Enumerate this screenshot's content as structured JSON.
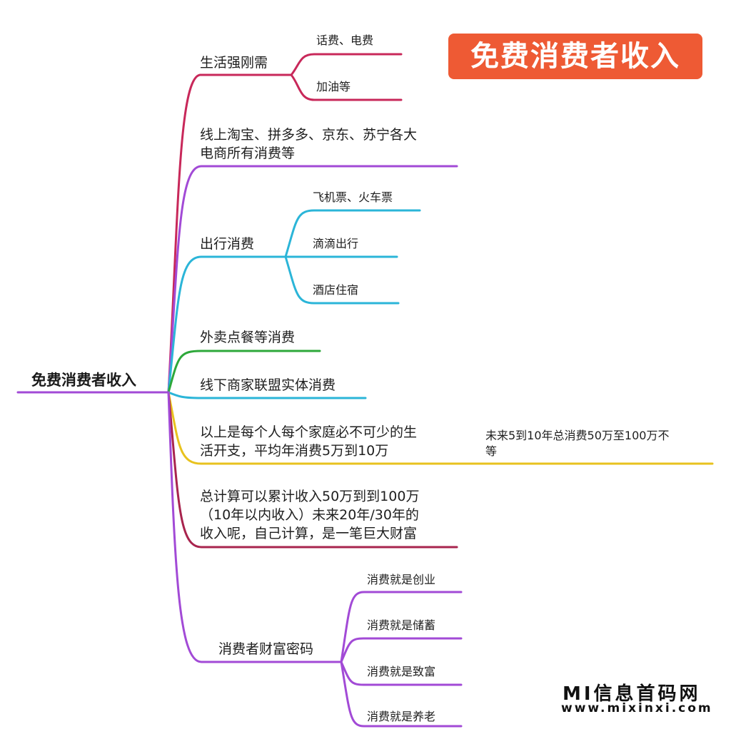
{
  "title_badge": "免费消费者收入",
  "root": "免费消费者收入",
  "branches": {
    "b1": {
      "label": "生活强刚需",
      "subs": [
        "话费、电费",
        "加油等"
      ],
      "color": "#c8285a"
    },
    "b2": {
      "label": [
        "线上淘宝、拼多多、京东、苏宁各大",
        "电商所有消费等"
      ],
      "color": "#a24ad6"
    },
    "b3": {
      "label": "出行消费",
      "subs": [
        "飞机票、火车票",
        "滴滴出行",
        "酒店住宿"
      ],
      "color": "#2bb5d8"
    },
    "b4": {
      "label": "外卖点餐等消费",
      "color": "#2da83a"
    },
    "b5": {
      "label": "线下商家联盟实体消费",
      "color": "#2bb5d8"
    },
    "b6": {
      "label": [
        "以上是每个人每个家庭必不可少的生",
        "活开支，平均年消费5万到10万"
      ],
      "note": [
        "未来5到10年总消费50万至100万不",
        "等"
      ],
      "color": "#e8c21e"
    },
    "b7": {
      "label": [
        "总计算可以累计收入50万到到100万",
        "（10年以内收入）未来20年/30年的",
        "收入呢，自己计算，是一笔巨大财富"
      ],
      "color": "#a8244e"
    },
    "b8": {
      "label": "消费者财富密码",
      "subs": [
        "消费就是创业",
        "消费就是储蓄",
        "消费就是致富",
        "消费就是养老"
      ],
      "color": "#a24ad6"
    }
  },
  "root_color": "#a24ad6",
  "watermark": {
    "name": "MI信息首码网",
    "url": "www.mixinxi.com"
  }
}
